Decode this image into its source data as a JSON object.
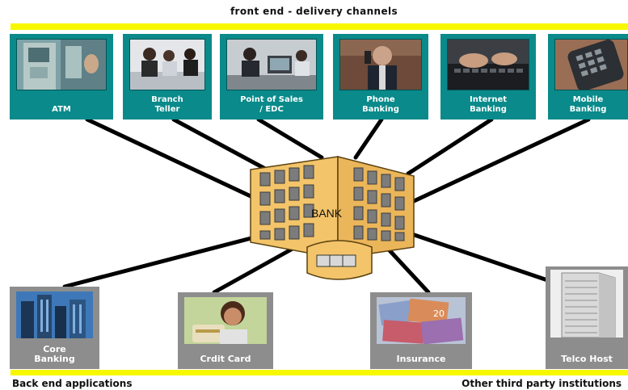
{
  "header": {
    "title": "front end - delivery channels"
  },
  "channels": [
    {
      "label": "ATM"
    },
    {
      "label": "Branch\nTeller"
    },
    {
      "label": "Point of Sales\n/ EDC"
    },
    {
      "label": "Phone\nBanking"
    },
    {
      "label": "Internet\nBanking"
    },
    {
      "label": "Mobile\nBanking"
    }
  ],
  "bank": {
    "label": "BANK"
  },
  "backends": [
    {
      "label": "Core\nBanking"
    },
    {
      "label": "Crdit Card"
    },
    {
      "label": "Insurance"
    },
    {
      "label": "Telco Host"
    }
  ],
  "footer": {
    "left_label": "Back end applications",
    "right_label": "Other third party institutions"
  },
  "colors": {
    "band": "#f7f700",
    "channel_card": "#0a8a8a",
    "backend_card": "#8d8d8d",
    "bank_building": "#f3c46a"
  }
}
